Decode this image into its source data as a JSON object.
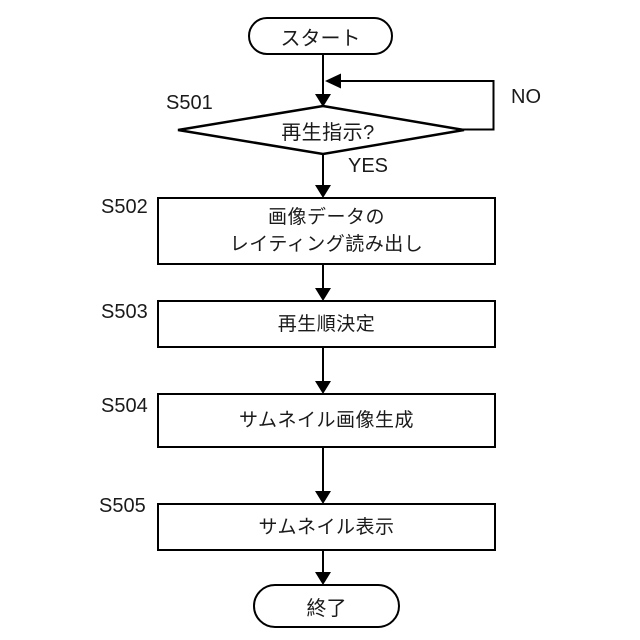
{
  "flowchart": {
    "colors": {
      "background": "#ffffff",
      "stroke": "#000000",
      "text": "#1a1a1a"
    },
    "start": {
      "label": "スタート"
    },
    "decision": {
      "step": "S501",
      "label": "再生指示?",
      "yes": "YES",
      "no": "NO"
    },
    "steps": [
      {
        "step": "S502",
        "lines": [
          "画像データの",
          "レイティング読み出し"
        ]
      },
      {
        "step": "S503",
        "lines": [
          "再生順決定"
        ]
      },
      {
        "step": "S504",
        "lines": [
          "サムネイル画像生成"
        ]
      },
      {
        "step": "S505",
        "lines": [
          "サムネイル表示"
        ]
      }
    ],
    "end": {
      "label": "終了"
    }
  }
}
